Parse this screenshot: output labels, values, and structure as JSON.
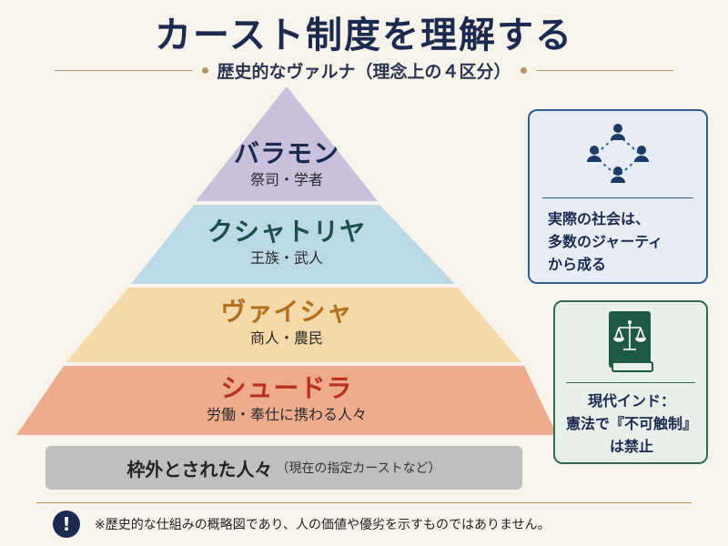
{
  "title": "カースト制度を理解する",
  "subtitle": "歴史的なヴァルナ（理念上の４区分）",
  "pyramid": {
    "tiers": [
      {
        "name": "バラモン",
        "desc": "祭司・学者",
        "fill": "#c9c0dc",
        "text_color": "#1b2a4e"
      },
      {
        "name": "クシャトリヤ",
        "desc": "王族・武人",
        "fill": "#bcd9e6",
        "text_color": "#1e4e4a"
      },
      {
        "name": "ヴァイシャ",
        "desc": "商人・農民",
        "fill": "#f6d9a8",
        "text_color": "#b0701c"
      },
      {
        "name": "シュードラ",
        "desc": "労働・奉仕に携わる人々",
        "fill": "#eeab8e",
        "text_color": "#b8321e"
      }
    ],
    "outside": {
      "main": "枠外とされた人々",
      "sub": "（現在の指定カーストなど）"
    }
  },
  "cards": {
    "society": {
      "icon": "network-people-icon",
      "lines": [
        "実際の社会は、",
        "多数のジャーティ",
        "から成る"
      ],
      "accent": "#2f5d96"
    },
    "law": {
      "icon": "law-book-scales-icon",
      "lines": [
        "現代インド：",
        "憲法で『不可触制』",
        "は禁止"
      ],
      "accent": "#2f6b55"
    }
  },
  "notice": {
    "icon": "exclamation-icon",
    "symbol": "!",
    "text": "※歴史的な仕組みの概略図であり、人の価値や優劣を示すものではありません。"
  }
}
